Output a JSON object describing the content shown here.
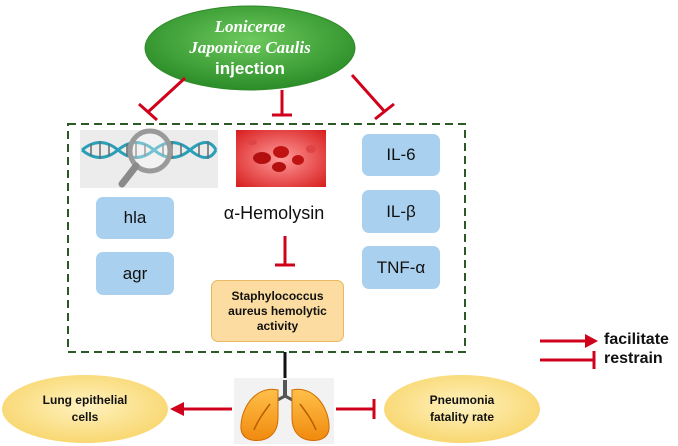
{
  "drug": {
    "name_line1": "Lonicerae",
    "name_line2": "Japonicae Caulis",
    "form": "injection"
  },
  "genes": [
    "hla",
    "agr"
  ],
  "toxin": {
    "label": "α-Hemolysin"
  },
  "outcome_box": {
    "line1": "Staphylococcus",
    "line2": "aureus hemolytic",
    "line3": "activity"
  },
  "cytokines": [
    "IL-6",
    "IL-β",
    "TNF-α"
  ],
  "effects": {
    "left": {
      "line1": "Lung epithelial",
      "line2": "cells"
    },
    "right": {
      "line1": "Pneumonia",
      "line2": "fatality rate"
    }
  },
  "legend": {
    "facilitate": "facilitate",
    "restrain": "restrain"
  },
  "icons": {
    "dna": "dna-magnifier-icon",
    "blood": "red-blood-cells-icon",
    "lungs": "lungs-icon"
  },
  "colors": {
    "arrow_red": "#d0021b",
    "ellipse_green": "#3eab35",
    "box_blue": "#a9d1ef",
    "box_orange": "#fcdca0",
    "oval_yellow": "#fce28f",
    "dash_green": "#2c5a26"
  }
}
